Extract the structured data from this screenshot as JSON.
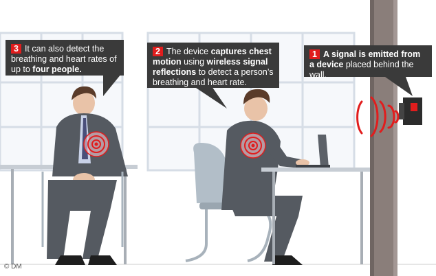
{
  "callouts": {
    "c3": {
      "number": "3",
      "parts": [
        {
          "text": "It can also detect the breathing and heart rates of up to ",
          "bold": false
        },
        {
          "text": "four people.",
          "bold": true
        }
      ]
    },
    "c2": {
      "number": "2",
      "parts": [
        {
          "text": "The device ",
          "bold": false
        },
        {
          "text": "captures chest motion",
          "bold": true
        },
        {
          "text": " using ",
          "bold": false
        },
        {
          "text": "wireless signal reflections",
          "bold": true
        },
        {
          "text": " to detect a person’s breathing and heart rate.",
          "bold": false
        }
      ]
    },
    "c1": {
      "number": "1",
      "parts": [
        {
          "text": "A signal is emitted from a device",
          "bold": true
        },
        {
          "text": " placed behind the wall.",
          "bold": false
        }
      ]
    }
  },
  "credit": "© DM",
  "colors": {
    "callout_bg": "#3a3a3a",
    "accent": "#e11d1d",
    "suit": "#555a61",
    "wall": "#8a7e7a"
  }
}
